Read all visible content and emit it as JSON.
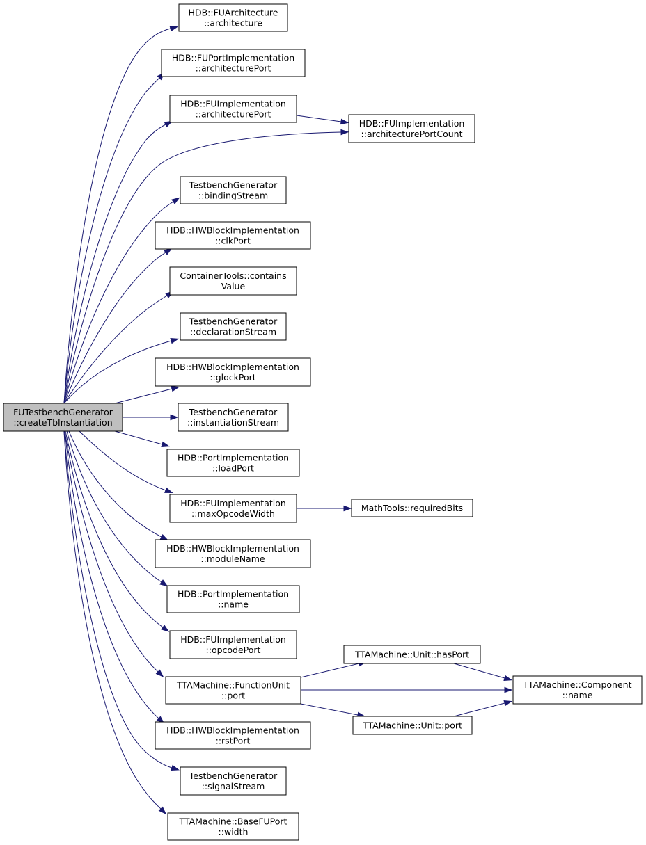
{
  "graph": {
    "nodes": [
      {
        "id": "root",
        "lines": [
          "FUTestbenchGenerator",
          "::createTbInstantiation"
        ],
        "root": true
      },
      {
        "id": "fuarch_architecture",
        "lines": [
          "HDB::FUArchitecture",
          "::architecture"
        ]
      },
      {
        "id": "fuportimpl_architecturePort",
        "lines": [
          "HDB::FUPortImplementation",
          "::architecturePort"
        ]
      },
      {
        "id": "fuimpl_architecturePort",
        "lines": [
          "HDB::FUImplementation",
          "::architecturePort"
        ]
      },
      {
        "id": "fuimpl_architecturePortCount",
        "lines": [
          "HDB::FUImplementation",
          "::architecturePortCount"
        ]
      },
      {
        "id": "tbgen_bindingStream",
        "lines": [
          "TestbenchGenerator",
          "::bindingStream"
        ]
      },
      {
        "id": "hwblock_clkPort",
        "lines": [
          "HDB::HWBlockImplementation",
          "::clkPort"
        ]
      },
      {
        "id": "containertools_containsValue",
        "lines": [
          "ContainerTools::contains",
          "Value"
        ]
      },
      {
        "id": "tbgen_declarationStream",
        "lines": [
          "TestbenchGenerator",
          "::declarationStream"
        ]
      },
      {
        "id": "hwblock_glockPort",
        "lines": [
          "HDB::HWBlockImplementation",
          "::glockPort"
        ]
      },
      {
        "id": "tbgen_instantiationStream",
        "lines": [
          "TestbenchGenerator",
          "::instantiationStream"
        ]
      },
      {
        "id": "portimpl_loadPort",
        "lines": [
          "HDB::PortImplementation",
          "::loadPort"
        ]
      },
      {
        "id": "fuimpl_maxOpcodeWidth",
        "lines": [
          "HDB::FUImplementation",
          "::maxOpcodeWidth"
        ]
      },
      {
        "id": "mathtools_requiredBits",
        "lines": [
          "MathTools::requiredBits"
        ]
      },
      {
        "id": "hwblock_moduleName",
        "lines": [
          "HDB::HWBlockImplementation",
          "::moduleName"
        ]
      },
      {
        "id": "portimpl_name",
        "lines": [
          "HDB::PortImplementation",
          "::name"
        ]
      },
      {
        "id": "fuimpl_opcodePort",
        "lines": [
          "HDB::FUImplementation",
          "::opcodePort"
        ]
      },
      {
        "id": "functionunit_port",
        "lines": [
          "TTAMachine::FunctionUnit",
          "::port"
        ]
      },
      {
        "id": "unit_hasPort",
        "lines": [
          "TTAMachine::Unit::hasPort"
        ]
      },
      {
        "id": "component_name",
        "lines": [
          "TTAMachine::Component",
          "::name"
        ]
      },
      {
        "id": "unit_port",
        "lines": [
          "TTAMachine::Unit::port"
        ]
      },
      {
        "id": "hwblock_rstPort",
        "lines": [
          "HDB::HWBlockImplementation",
          "::rstPort"
        ]
      },
      {
        "id": "tbgen_signalStream",
        "lines": [
          "TestbenchGenerator",
          "::signalStream"
        ]
      },
      {
        "id": "basefuport_width",
        "lines": [
          "TTAMachine::BaseFUPort",
          "::width"
        ]
      }
    ],
    "edges": [
      {
        "from": "root",
        "to": "fuarch_architecture"
      },
      {
        "from": "root",
        "to": "fuportimpl_architecturePort"
      },
      {
        "from": "root",
        "to": "fuimpl_architecturePort"
      },
      {
        "from": "root",
        "to": "fuimpl_architecturePortCount"
      },
      {
        "from": "root",
        "to": "tbgen_bindingStream"
      },
      {
        "from": "root",
        "to": "hwblock_clkPort"
      },
      {
        "from": "root",
        "to": "containertools_containsValue"
      },
      {
        "from": "root",
        "to": "tbgen_declarationStream"
      },
      {
        "from": "root",
        "to": "hwblock_glockPort"
      },
      {
        "from": "root",
        "to": "tbgen_instantiationStream"
      },
      {
        "from": "root",
        "to": "portimpl_loadPort"
      },
      {
        "from": "root",
        "to": "fuimpl_maxOpcodeWidth"
      },
      {
        "from": "root",
        "to": "hwblock_moduleName"
      },
      {
        "from": "root",
        "to": "portimpl_name"
      },
      {
        "from": "root",
        "to": "fuimpl_opcodePort"
      },
      {
        "from": "root",
        "to": "functionunit_port"
      },
      {
        "from": "root",
        "to": "hwblock_rstPort"
      },
      {
        "from": "root",
        "to": "tbgen_signalStream"
      },
      {
        "from": "root",
        "to": "basefuport_width"
      },
      {
        "from": "fuimpl_architecturePort",
        "to": "fuimpl_architecturePortCount"
      },
      {
        "from": "fuimpl_maxOpcodeWidth",
        "to": "mathtools_requiredBits"
      },
      {
        "from": "functionunit_port",
        "to": "unit_hasPort"
      },
      {
        "from": "functionunit_port",
        "to": "component_name"
      },
      {
        "from": "functionunit_port",
        "to": "unit_port"
      },
      {
        "from": "unit_hasPort",
        "to": "component_name"
      },
      {
        "from": "unit_port",
        "to": "component_name"
      }
    ]
  }
}
